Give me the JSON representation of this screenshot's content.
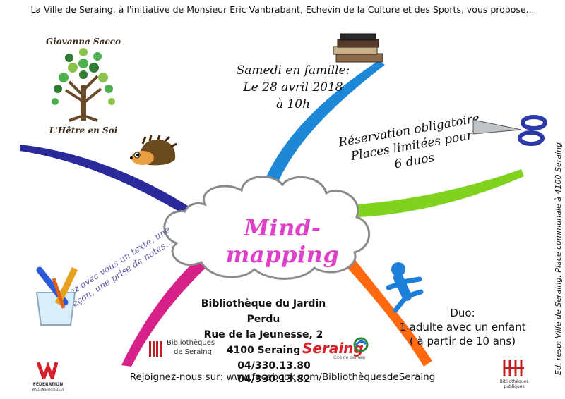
{
  "header": "La Ville de Seraing, à l'initiative de Monsieur Eric Vanbrabant, Echevin de la Culture et des Sports, vous propose...",
  "title": "Mind-mapping",
  "date": {
    "line1": "Samedi en famille:",
    "line2": "Le 28 avril 2018",
    "line3": "à 10h"
  },
  "reservation": {
    "line1": "Réservation obligatoire",
    "line2": "Places limitées pour",
    "line3": "6 duos"
  },
  "duo": {
    "line1": "Duo:",
    "line2": "1 adulte avec un enfant",
    "line3": "( à partir de 10 ans)"
  },
  "library": {
    "name": "Bibliothèque du Jardin Perdu",
    "street": "Rue de la Jeunesse, 2",
    "city": "4100 Seraing",
    "phone1": "04/330.13.80",
    "phone2": "04/330.13.82"
  },
  "diagonal": {
    "line1": "Prenez avec vous un texte, une",
    "line2": "leçon, une prise de notes..."
  },
  "facebook": "Rejoignez-nous sur: www.facebook.com/BibliothèquesdeSeraing",
  "editor": "Ed. resp: Ville de Seraing, Place communale à 4100 Seraing",
  "logos": {
    "giovanna_top": "Giovanna Sacco",
    "giovanna_bottom": "L'Hêtre en Soi",
    "bib_line1": "Bibliothèques",
    "bib_line2": "de Seraing",
    "seraing_name": "Seraing",
    "seraing_sub": "Cité de demain",
    "fwb_line1": "FÉDÉRATION",
    "fwb_line2": "WALLONIE-BRUXELLES",
    "bp_line1": "Bibliothèques",
    "bp_line2": "publiques"
  },
  "colors": {
    "branch_top": "#1e88d8",
    "branch_left": "#2a2a9a",
    "branch_right": "#7fd31e",
    "branch_bottom_left": "#d6208a",
    "branch_bottom_right": "#ff6a10",
    "title": "#e040c8"
  },
  "icons": [
    "books-icon",
    "scissors-icon",
    "runner-icon",
    "hedgehog-icon",
    "pens-icon",
    "tree-icon"
  ]
}
